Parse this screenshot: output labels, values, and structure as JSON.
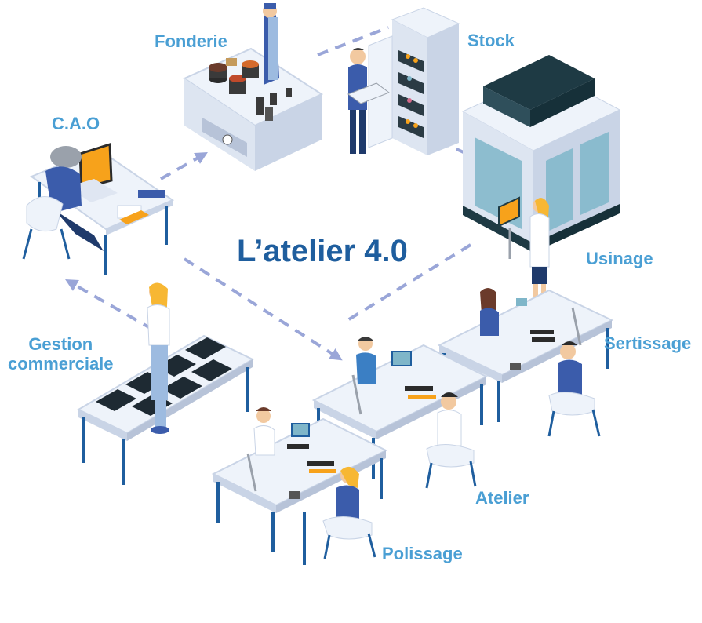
{
  "title": "L’atelier 4.0",
  "stations": {
    "fonderie": "Fonderie",
    "stock": "Stock",
    "cao": "C.A.O",
    "usinage": "Usinage",
    "sertissage": "Sertissage",
    "gestion_line1": "Gestion",
    "gestion_line2": "commerciale",
    "atelier": "Atelier",
    "polissage": "Polissage"
  },
  "colors": {
    "label": "#4a9fd4",
    "title": "#1f5e9e",
    "flow_arrow": "#9aa6d8",
    "furniture_top": "#eef3fa",
    "furniture_side": "#c9d4e6",
    "legs": "#1f5e9e",
    "screen_accent": "#f7a21b",
    "machine_dark": "#1e3a44",
    "machine_glass": "#7fb6c9"
  }
}
